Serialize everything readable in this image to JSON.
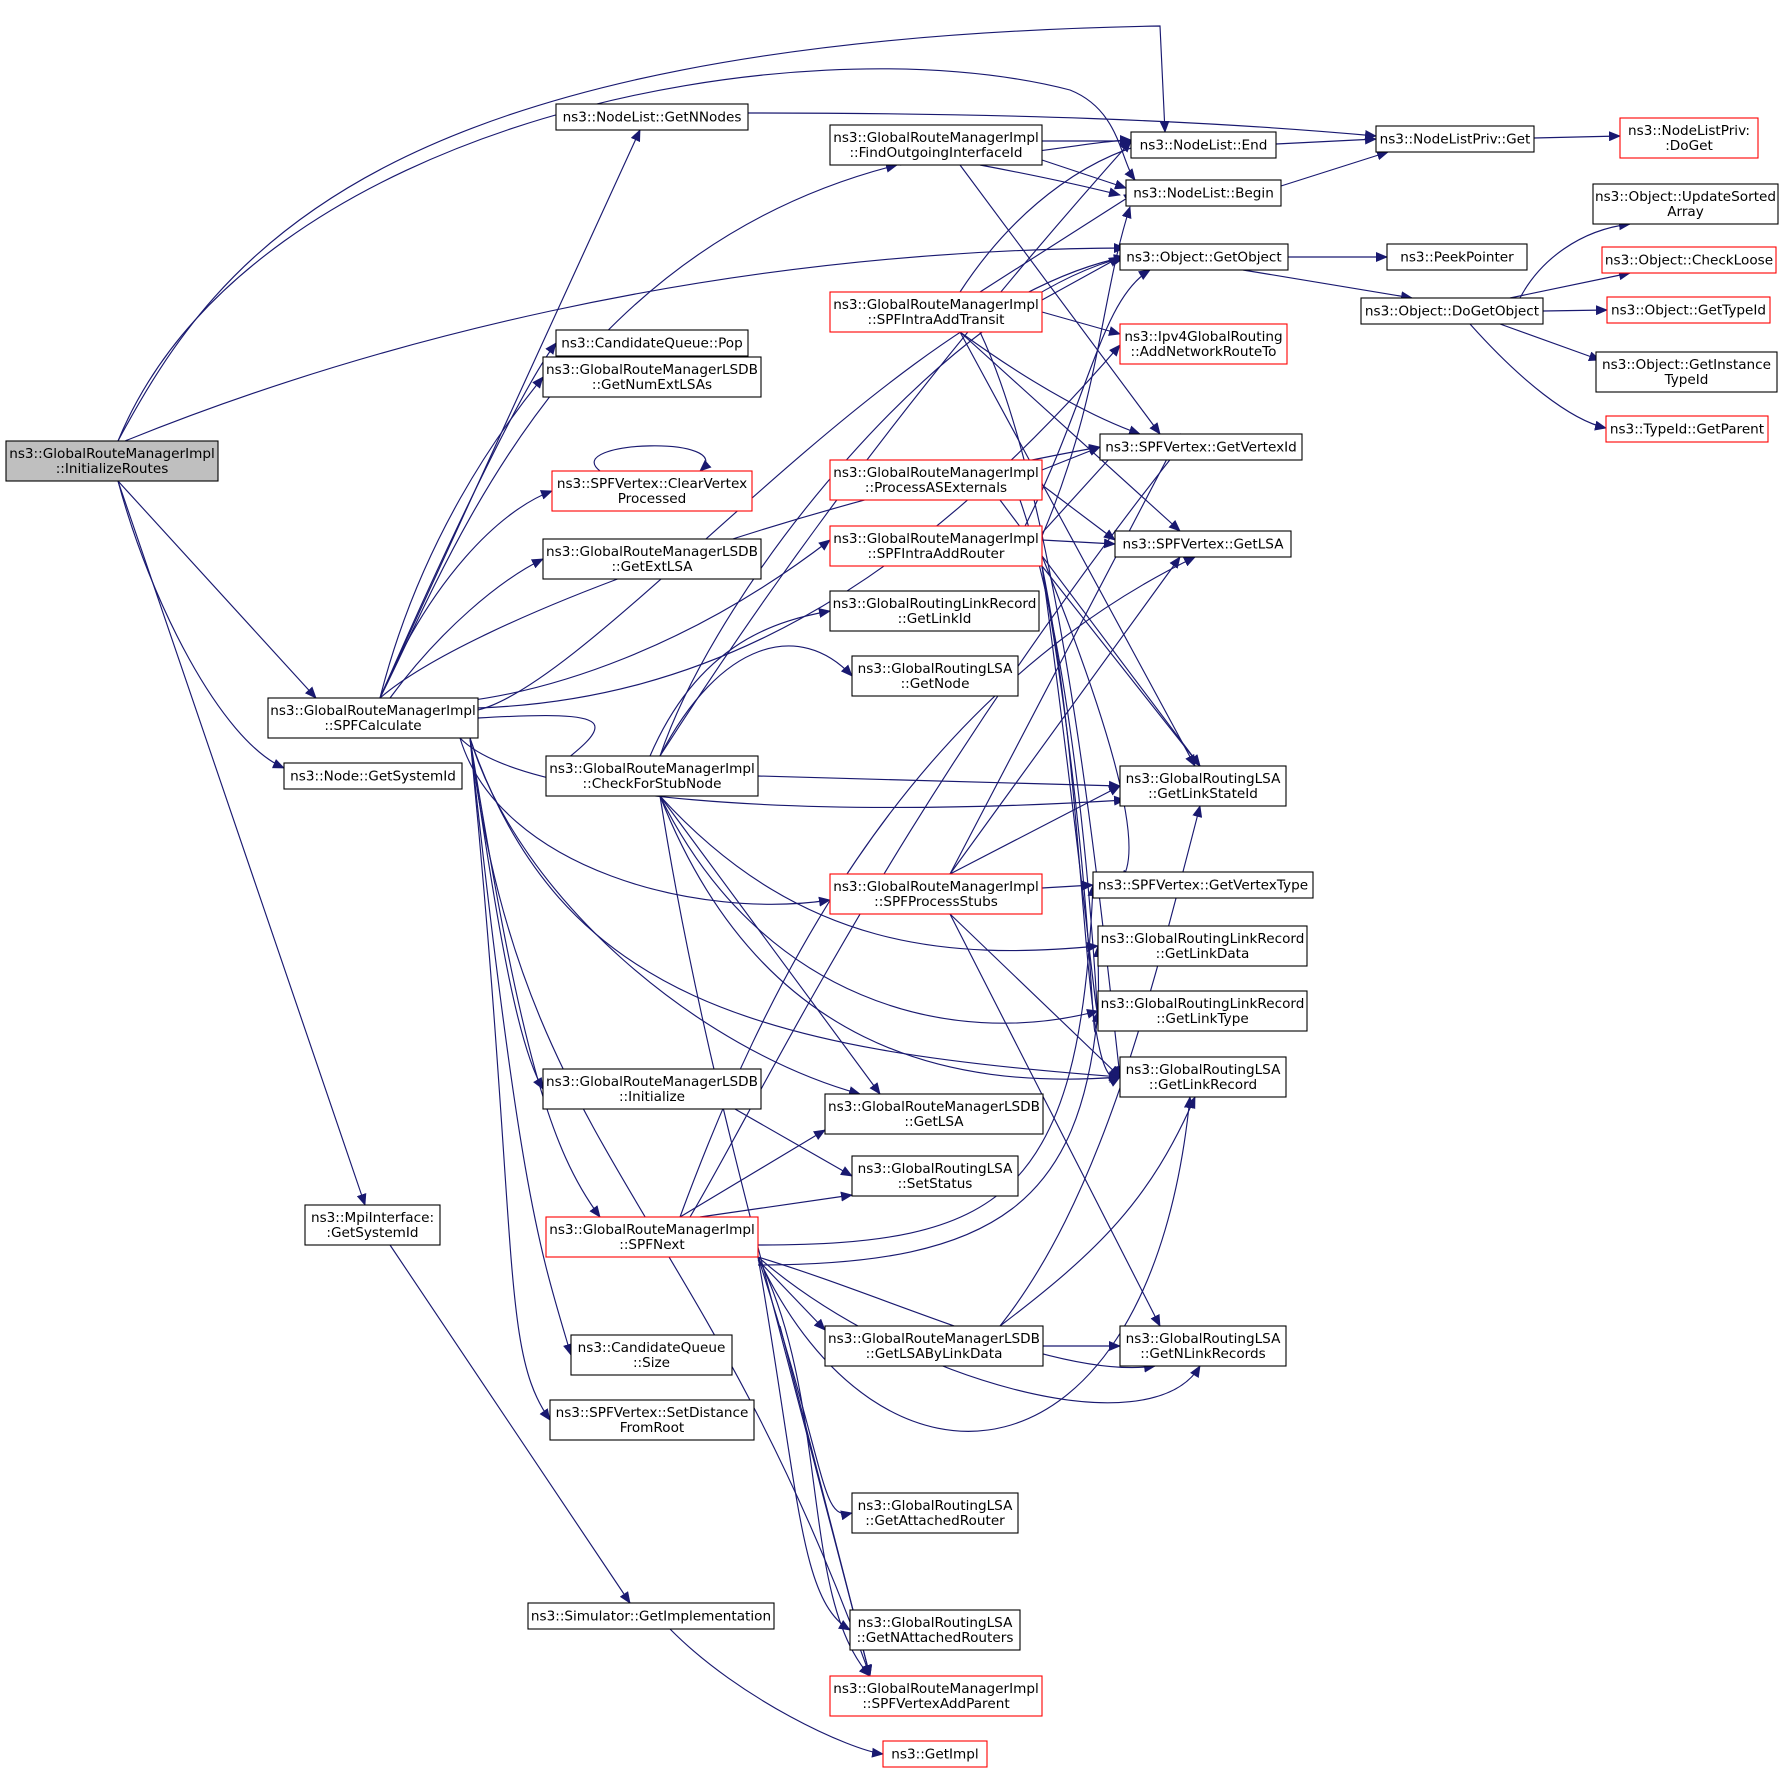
{
  "diagram": {
    "type": "call-graph",
    "colors": {
      "edge": "#191970",
      "border_default": "#000000",
      "border_truncated": "#ff0000",
      "fill_focus": "#bfbfbf",
      "fill_default": "#ffffff"
    },
    "nodes": [
      {
        "id": "init",
        "lines": [
          "ns3::GlobalRouteManagerImpl",
          "::InitializeRoutes"
        ],
        "style": "focus"
      },
      {
        "id": "getnnodes",
        "lines": [
          "ns3::NodeList::GetNNodes"
        ],
        "style": "normal"
      },
      {
        "id": "findout",
        "lines": [
          "ns3::GlobalRouteManagerImpl",
          "::FindOutgoingInterfaceId"
        ],
        "style": "normal"
      },
      {
        "id": "nlend",
        "lines": [
          "ns3::NodeList::End"
        ],
        "style": "normal"
      },
      {
        "id": "nlbegin",
        "lines": [
          "ns3::NodeList::Begin"
        ],
        "style": "normal"
      },
      {
        "id": "nlpget",
        "lines": [
          "ns3::NodeListPriv::Get"
        ],
        "style": "normal"
      },
      {
        "id": "nlpdoget",
        "lines": [
          "ns3::NodeListPriv:",
          ":DoGet"
        ],
        "style": "truncated"
      },
      {
        "id": "getobject",
        "lines": [
          "ns3::Object::GetObject"
        ],
        "style": "normal"
      },
      {
        "id": "peek",
        "lines": [
          "ns3::PeekPointer"
        ],
        "style": "normal"
      },
      {
        "id": "dogetobject",
        "lines": [
          "ns3::Object::DoGetObject"
        ],
        "style": "normal"
      },
      {
        "id": "updsorted",
        "lines": [
          "ns3::Object::UpdateSorted",
          "Array"
        ],
        "style": "normal"
      },
      {
        "id": "checkloose",
        "lines": [
          "ns3::Object::CheckLoose"
        ],
        "style": "truncated"
      },
      {
        "id": "gettypeid",
        "lines": [
          "ns3::Object::GetTypeId"
        ],
        "style": "truncated"
      },
      {
        "id": "getinsttype",
        "lines": [
          "ns3::Object::GetInstance",
          "TypeId"
        ],
        "style": "normal"
      },
      {
        "id": "getparent",
        "lines": [
          "ns3::TypeId::GetParent"
        ],
        "style": "truncated"
      },
      {
        "id": "cqpop",
        "lines": [
          "ns3::CandidateQueue::Pop"
        ],
        "style": "normal"
      },
      {
        "id": "getnumext",
        "lines": [
          "ns3::GlobalRouteManagerLSDB",
          "::GetNumExtLSAs"
        ],
        "style": "normal"
      },
      {
        "id": "clearvp",
        "lines": [
          "ns3::SPFVertex::ClearVertex",
          "Processed"
        ],
        "style": "truncated"
      },
      {
        "id": "getextlsa",
        "lines": [
          "ns3::GlobalRouteManagerLSDB",
          "::GetExtLSA"
        ],
        "style": "normal"
      },
      {
        "id": "spfcalc",
        "lines": [
          "ns3::GlobalRouteManagerImpl",
          "::SPFCalculate"
        ],
        "style": "normal"
      },
      {
        "id": "nodesysid",
        "lines": [
          "ns3::Node::GetSystemId"
        ],
        "style": "normal"
      },
      {
        "id": "intratransit",
        "lines": [
          "ns3::GlobalRouteManagerImpl",
          "::SPFIntraAddTransit"
        ],
        "style": "truncated"
      },
      {
        "id": "addnetroute",
        "lines": [
          "ns3::Ipv4GlobalRouting",
          "::AddNetworkRouteTo"
        ],
        "style": "truncated"
      },
      {
        "id": "procasext",
        "lines": [
          "ns3::GlobalRouteManagerImpl",
          "::ProcessASExternals"
        ],
        "style": "truncated"
      },
      {
        "id": "getvertexid",
        "lines": [
          "ns3::SPFVertex::GetVertexId"
        ],
        "style": "normal"
      },
      {
        "id": "intrarouter",
        "lines": [
          "ns3::GlobalRouteManagerImpl",
          "::SPFIntraAddRouter"
        ],
        "style": "truncated"
      },
      {
        "id": "vgetlsa",
        "lines": [
          "ns3::SPFVertex::GetLSA"
        ],
        "style": "normal"
      },
      {
        "id": "lrgetlinkid",
        "lines": [
          "ns3::GlobalRoutingLinkRecord",
          "::GetLinkId"
        ],
        "style": "normal"
      },
      {
        "id": "lsagetnode",
        "lines": [
          "ns3::GlobalRoutingLSA",
          "::GetNode"
        ],
        "style": "normal"
      },
      {
        "id": "checkstub",
        "lines": [
          "ns3::GlobalRouteManagerImpl",
          "::CheckForStubNode"
        ],
        "style": "normal"
      },
      {
        "id": "getlinkstateid",
        "lines": [
          "ns3::GlobalRoutingLSA",
          "::GetLinkStateId"
        ],
        "style": "normal"
      },
      {
        "id": "procstubs",
        "lines": [
          "ns3::GlobalRouteManagerImpl",
          "::SPFProcessStubs"
        ],
        "style": "truncated"
      },
      {
        "id": "getvertextype",
        "lines": [
          "ns3::SPFVertex::GetVertexType"
        ],
        "style": "normal"
      },
      {
        "id": "lrgetlinkdata",
        "lines": [
          "ns3::GlobalRoutingLinkRecord",
          "::GetLinkData"
        ],
        "style": "normal"
      },
      {
        "id": "lrgetlinktype",
        "lines": [
          "ns3::GlobalRoutingLinkRecord",
          "::GetLinkType"
        ],
        "style": "normal"
      },
      {
        "id": "lsagetlinkrec",
        "lines": [
          "ns3::GlobalRoutingLSA",
          "::GetLinkRecord"
        ],
        "style": "normal"
      },
      {
        "id": "lsdbinit",
        "lines": [
          "ns3::GlobalRouteManagerLSDB",
          "::Initialize"
        ],
        "style": "normal"
      },
      {
        "id": "lsdbgetlsa",
        "lines": [
          "ns3::GlobalRouteManagerLSDB",
          "::GetLSA"
        ],
        "style": "normal"
      },
      {
        "id": "setstatus",
        "lines": [
          "ns3::GlobalRoutingLSA",
          "::SetStatus"
        ],
        "style": "normal"
      },
      {
        "id": "mpisysid",
        "lines": [
          "ns3::MpiInterface:",
          ":GetSystemId"
        ],
        "style": "normal"
      },
      {
        "id": "spfnext",
        "lines": [
          "ns3::GlobalRouteManagerImpl",
          "::SPFNext"
        ],
        "style": "truncated"
      },
      {
        "id": "lsabylinkdata",
        "lines": [
          "ns3::GlobalRouteManagerLSDB",
          "::GetLSAByLinkData"
        ],
        "style": "normal"
      },
      {
        "id": "getnlinkrec",
        "lines": [
          "ns3::GlobalRoutingLSA",
          "::GetNLinkRecords"
        ],
        "style": "normal"
      },
      {
        "id": "cqsize",
        "lines": [
          "ns3::CandidateQueue",
          "::Size"
        ],
        "style": "normal"
      },
      {
        "id": "setdist",
        "lines": [
          "ns3::SPFVertex::SetDistance",
          "FromRoot"
        ],
        "style": "normal"
      },
      {
        "id": "getattrouter",
        "lines": [
          "ns3::GlobalRoutingLSA",
          "::GetAttachedRouter"
        ],
        "style": "normal"
      },
      {
        "id": "simgetimpl",
        "lines": [
          "ns3::Simulator::GetImplementation"
        ],
        "style": "normal"
      },
      {
        "id": "getnattached",
        "lines": [
          "ns3::GlobalRoutingLSA",
          "::GetNAttachedRouters"
        ],
        "style": "normal"
      },
      {
        "id": "vertaddparent",
        "lines": [
          "ns3::GlobalRouteManagerImpl",
          "::SPFVertexAddParent"
        ],
        "style": "truncated"
      },
      {
        "id": "getimpl",
        "lines": [
          "ns3::GetImpl"
        ],
        "style": "truncated"
      }
    ]
  }
}
